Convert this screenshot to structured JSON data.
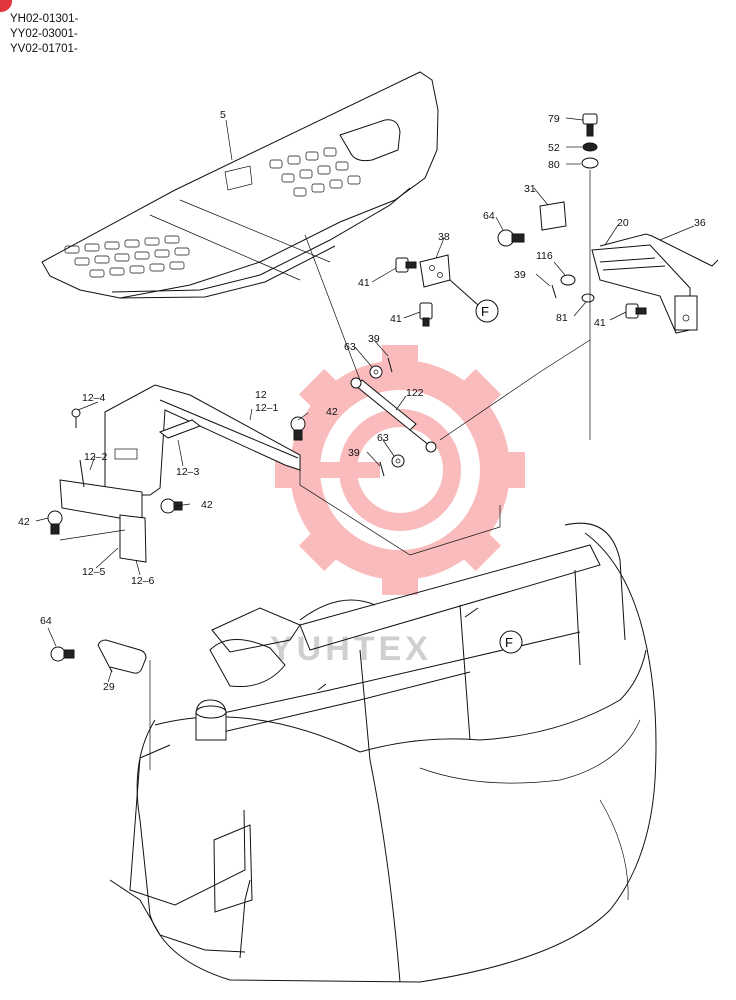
{
  "serials": [
    "YH02-01301-",
    "YY02-03001-",
    "YV02-01701-"
  ],
  "watermark": "YUHTEX",
  "callouts": {
    "c5": "5",
    "c79": "79",
    "c52": "52",
    "c80": "80",
    "c31": "31",
    "c20": "20",
    "c36": "36",
    "c64a": "64",
    "c116": "116",
    "c39a": "39",
    "c81": "81",
    "c41c": "41",
    "c38": "38",
    "c41a": "41",
    "c41b": "41",
    "cF1": "F",
    "c63a": "63",
    "c39b": "39",
    "c122": "122",
    "c12": "12",
    "c12_1": "12–1",
    "c12_4": "12–4",
    "c42a": "42",
    "c12_2": "12–2",
    "c12_3": "12–3",
    "c63b": "63",
    "c39c": "39",
    "c42b": "42",
    "c42c": "42",
    "c12_5": "12–5",
    "c12_6": "12–6",
    "cF2": "F",
    "c64b": "64",
    "c29": "29"
  },
  "colors": {
    "line": "#111111",
    "watermark": "#f26a6a",
    "badge": "#e2353d"
  }
}
